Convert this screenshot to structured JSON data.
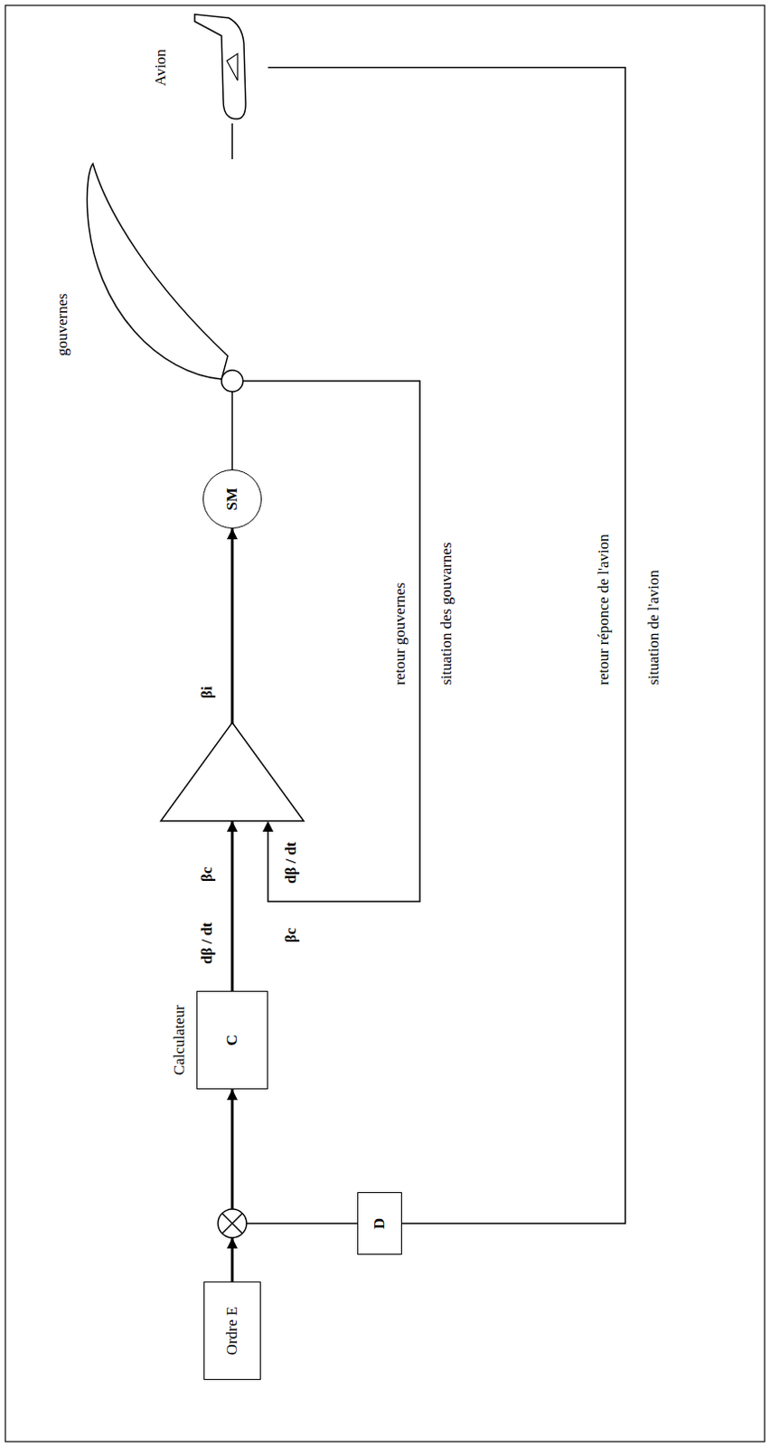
{
  "diagram": {
    "nodes": [
      {
        "text": [
          "Ordre E"
        ]
      },
      {
        "text": [
          "Calculateur",
          "C"
        ]
      },
      {
        "text": [
          "SM"
        ]
      },
      {
        "text": [
          "gouvernes"
        ]
      },
      {
        "text": [
          "Avion"
        ]
      },
      {
        "text": [
          "D"
        ]
      }
    ],
    "edges": [
      {
        "from": 0,
        "to": 1,
        "arrow": "to"
      },
      {
        "from": 1,
        "to": 2,
        "arrow": "to"
      },
      {
        "from": 2,
        "to": 3,
        "arrow": "none"
      },
      {
        "from": 3,
        "to": 4,
        "arrow": "none"
      },
      {
        "from": 4,
        "to": 5,
        "arrow": "none"
      }
    ],
    "labels": [
      "dβ / dt",
      "βc",
      "βi",
      "dβ / dt",
      "βc",
      "retour gouvernes",
      "situation des gouvarnes",
      "retour réponce de l'avion",
      "situation de l'avion"
    ]
  }
}
